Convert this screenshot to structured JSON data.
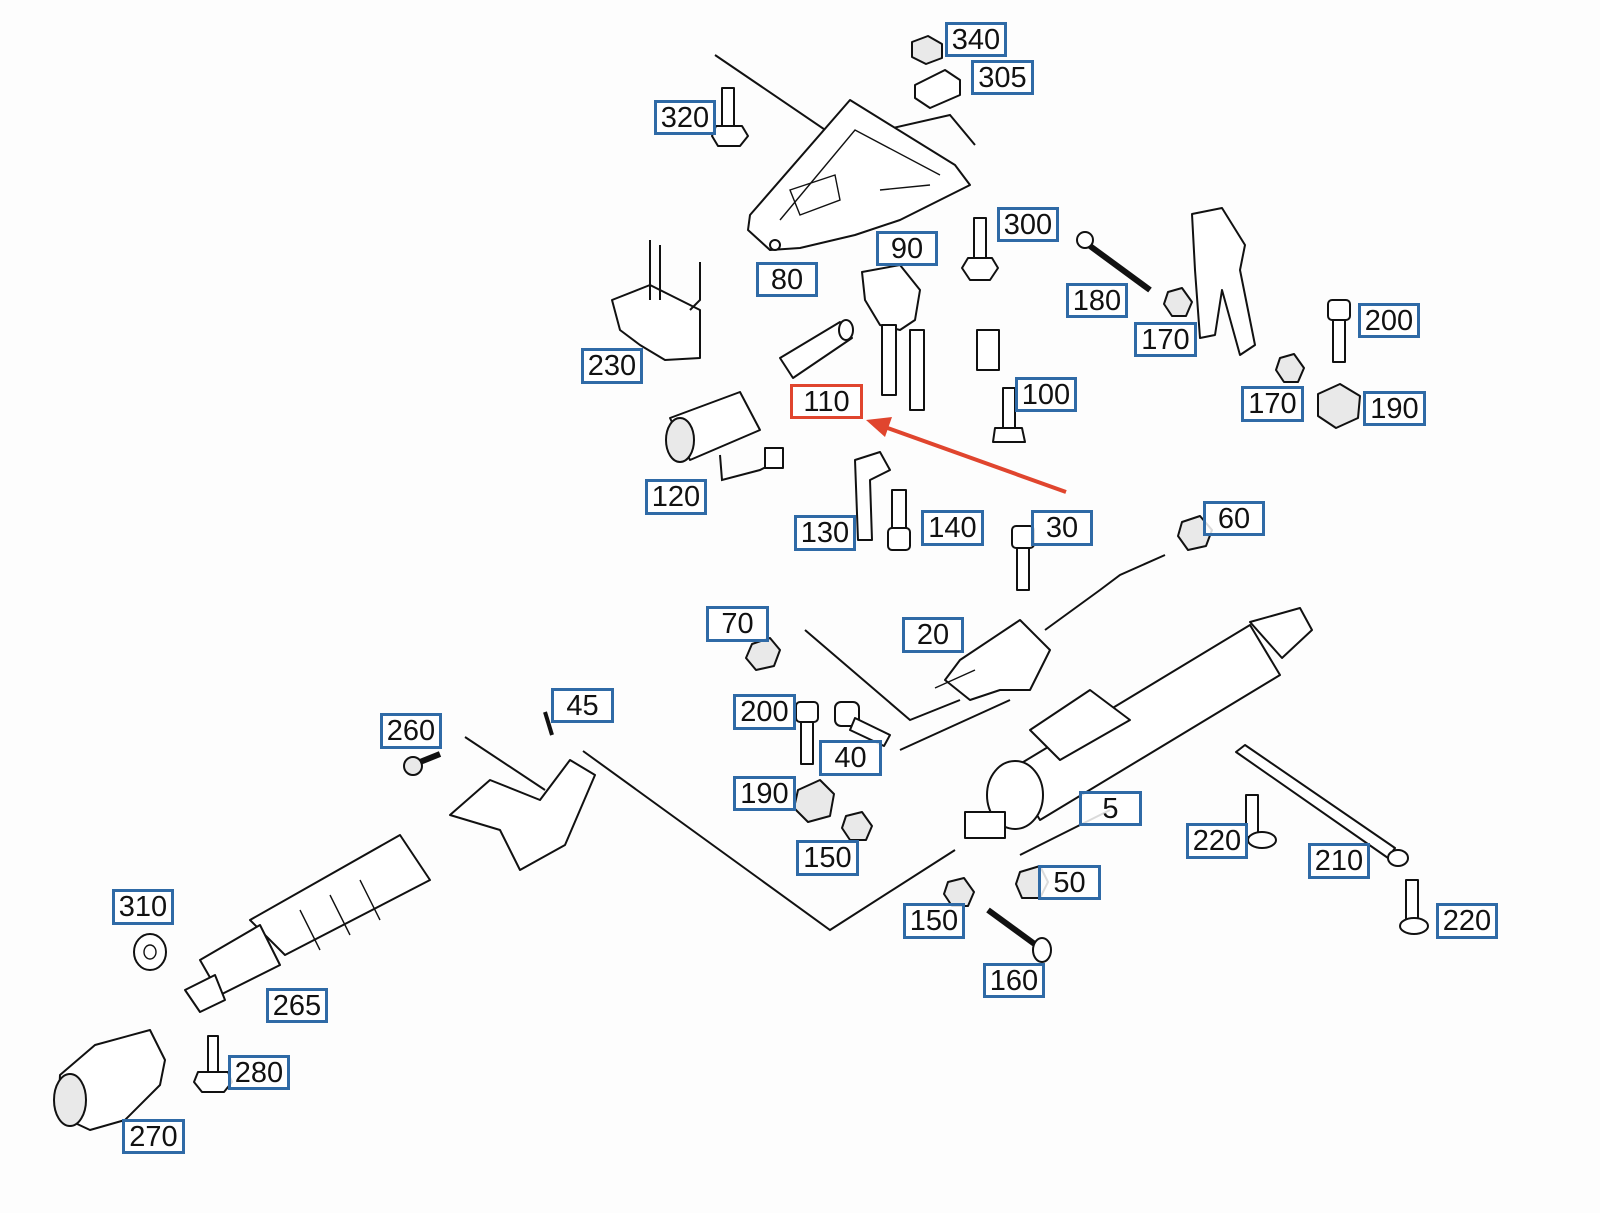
{
  "diagram": {
    "highlight_color": "#e0452e",
    "label_border_color": "#2f6aa6",
    "callouts": [
      {
        "id": "c340",
        "label": "340"
      },
      {
        "id": "c305",
        "label": "305"
      },
      {
        "id": "c320",
        "label": "320"
      },
      {
        "id": "c300",
        "label": "300"
      },
      {
        "id": "c90",
        "label": "90"
      },
      {
        "id": "c80",
        "label": "80"
      },
      {
        "id": "c180",
        "label": "180"
      },
      {
        "id": "c200a",
        "label": "200"
      },
      {
        "id": "c170a",
        "label": "170"
      },
      {
        "id": "c230",
        "label": "230"
      },
      {
        "id": "c110",
        "label": "110",
        "highlighted": true
      },
      {
        "id": "c100",
        "label": "100"
      },
      {
        "id": "c170b",
        "label": "170"
      },
      {
        "id": "c190a",
        "label": "190"
      },
      {
        "id": "c120",
        "label": "120"
      },
      {
        "id": "c130",
        "label": "130"
      },
      {
        "id": "c140",
        "label": "140"
      },
      {
        "id": "c30",
        "label": "30"
      },
      {
        "id": "c60",
        "label": "60"
      },
      {
        "id": "c70",
        "label": "70"
      },
      {
        "id": "c20",
        "label": "20"
      },
      {
        "id": "c200b",
        "label": "200"
      },
      {
        "id": "c40",
        "label": "40"
      },
      {
        "id": "c45",
        "label": "45"
      },
      {
        "id": "c260",
        "label": "260"
      },
      {
        "id": "c190b",
        "label": "190"
      },
      {
        "id": "c5",
        "label": "5"
      },
      {
        "id": "c150a",
        "label": "150"
      },
      {
        "id": "c220a",
        "label": "220"
      },
      {
        "id": "c210",
        "label": "210"
      },
      {
        "id": "c50",
        "label": "50"
      },
      {
        "id": "c150b",
        "label": "150"
      },
      {
        "id": "c220b",
        "label": "220"
      },
      {
        "id": "c160",
        "label": "160"
      },
      {
        "id": "c310",
        "label": "310"
      },
      {
        "id": "c265",
        "label": "265"
      },
      {
        "id": "c280",
        "label": "280"
      },
      {
        "id": "c270",
        "label": "270"
      }
    ]
  }
}
